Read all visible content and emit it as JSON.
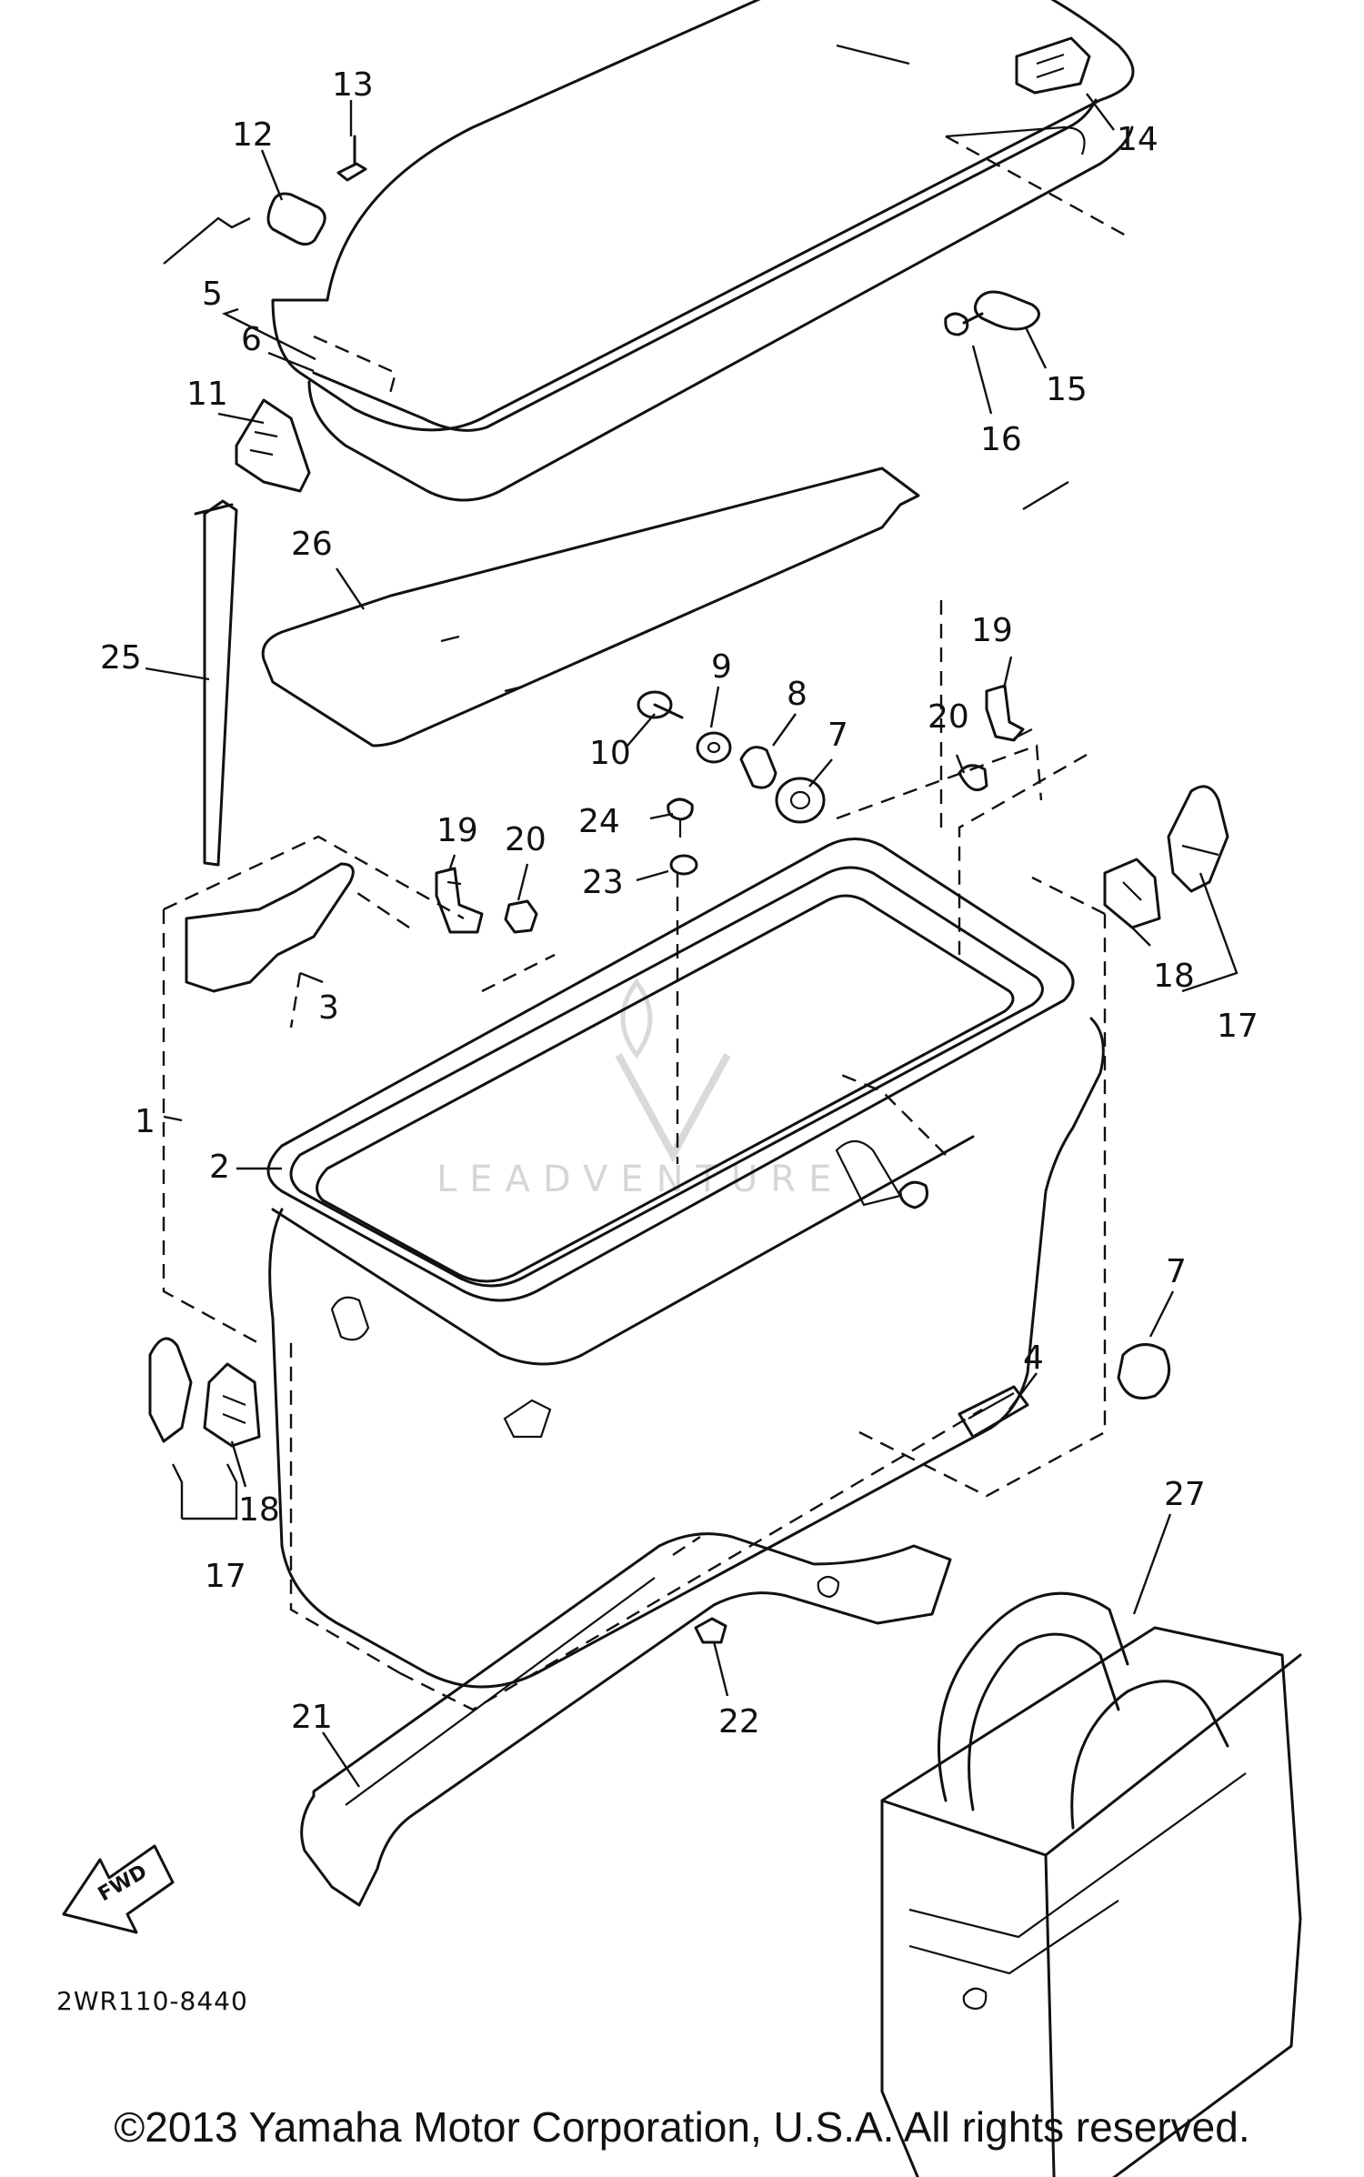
{
  "diagram": {
    "callouts": {
      "c1": "1",
      "c2": "2",
      "c3": "3",
      "c4": "4",
      "c5": "5",
      "c6": "6",
      "c7a": "7",
      "c7b": "7",
      "c8": "8",
      "c9": "9",
      "c10": "10",
      "c11": "11",
      "c12": "12",
      "c13": "13",
      "c14": "14",
      "c15": "15",
      "c16": "16",
      "c17a": "17",
      "c17b": "17",
      "c18a": "18",
      "c18b": "18",
      "c19a": "19",
      "c19b": "19",
      "c20a": "20",
      "c20b": "20",
      "c21": "21",
      "c22": "22",
      "c23": "23",
      "c24": "24",
      "c25": "25",
      "c26": "26",
      "c27": "27"
    },
    "fwd_label": "FWD",
    "diagram_code": "2WR110-8440",
    "watermark": "LEADVENTURE",
    "copyright": "©2013 Yamaha Motor Corporation, U.S.A. All rights reserved.",
    "line_color": "#111111",
    "watermark_color": "#d6d6d6"
  }
}
